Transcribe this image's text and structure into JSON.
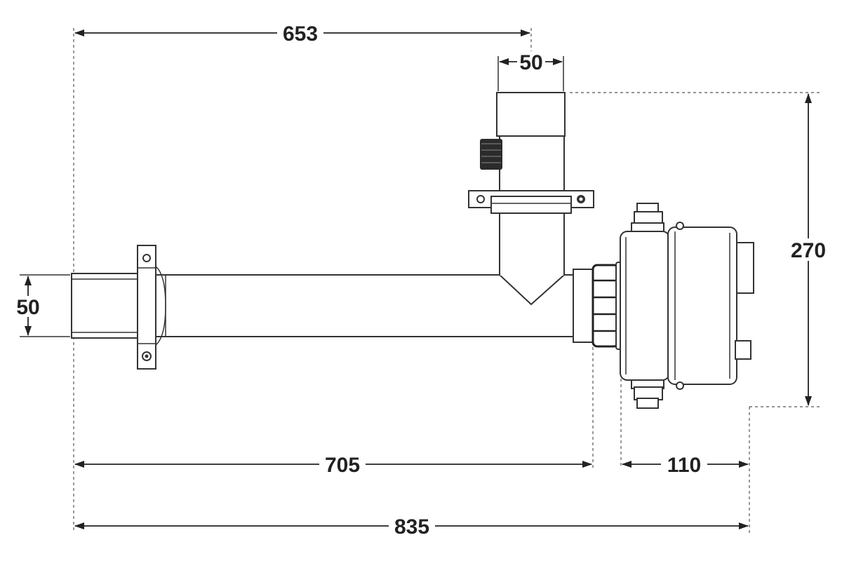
{
  "dimensions": {
    "top_length": "653",
    "top_outlet_width": "50",
    "inlet_diameter": "50",
    "overall_height": "270",
    "pipe_length": "705",
    "housing_depth": "110",
    "overall_length": "835"
  }
}
